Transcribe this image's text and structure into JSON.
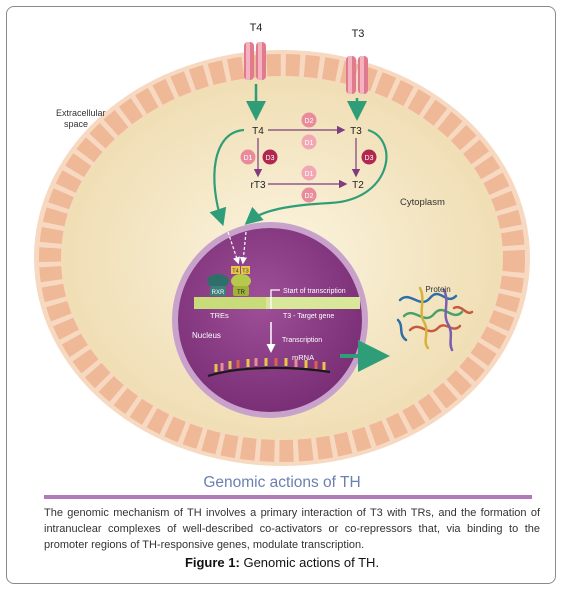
{
  "colors": {
    "membrane": "#f3c9a9",
    "cytoplasm": "#f1e5c4",
    "nucleus": "#8c3f86",
    "nucleus_ring": "#b98bbe",
    "arrow_green": "#2f9e78",
    "arrow_purple": "#7d3d7e",
    "deiodinase_light": "#e88c9c",
    "deiodinase_dark": "#b0284e",
    "channel": "#e07a8e",
    "gene_bar": "#c9dc7a",
    "caption_rule": "#b07bb8",
    "title_blue": "#6b7fb0"
  },
  "diagram": {
    "t4_top": "T4",
    "t3_top": "T3",
    "extracellular": [
      "Extracellular",
      "space"
    ],
    "cytoplasm": "Cytoplasm",
    "t4": "T4",
    "t3": "T3",
    "rt3": "rT3",
    "t2": "T2",
    "d2_top": "D2",
    "d1_top": "D1",
    "d1_left": "D1",
    "d3_left": "D3",
    "d3_right": "D3",
    "d1_bottom": "D1",
    "d2_bottom": "D2",
    "rxr": "RXR",
    "tr": "TR",
    "t4_small": "T4",
    "t3_small": "T3",
    "tres": "TREs",
    "nucleus": "Nucleus",
    "start_transcription": "Start of transcription",
    "target_gene": "T3 - Target gene",
    "transcription": "Transcription",
    "mrna": "mRNA",
    "protein": "Protein"
  },
  "title": "Genomic actions of TH",
  "caption": "The genomic mechanism of TH involves a primary interaction of T3 with TRs, and the formation of intranuclear complexes of well-described co-activators or co-repressors that, via binding to the promoter regions of TH-responsive genes, modulate transcription.",
  "figure_label": "Figure 1:",
  "figure_title": "Genomic actions of TH."
}
